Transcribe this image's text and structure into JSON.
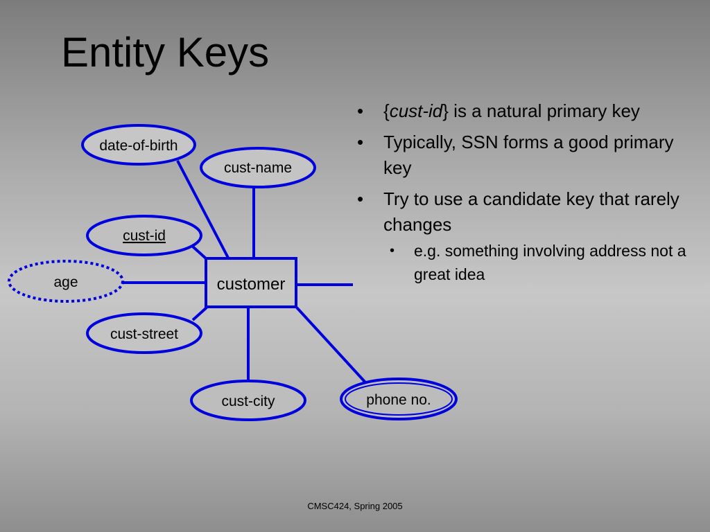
{
  "slide": {
    "title": "Entity Keys",
    "footer": "CMSC424, Spring 2005"
  },
  "diagram": {
    "entity": "customer",
    "attributes": {
      "date_of_birth": "date-of-birth",
      "cust_name": "cust-name",
      "cust_id": "cust-id",
      "age": "age",
      "cust_street": "cust-street",
      "cust_city": "cust-city",
      "phone_no": "phone no."
    },
    "colors": {
      "stroke": "#0000dd"
    }
  },
  "bullets": {
    "b1": {
      "open": "{",
      "key": "cust-id",
      "rest": "} is a natural primary key"
    },
    "b2": "Typically, SSN forms a good primary key",
    "b3": "Try to use a candidate key that rarely changes",
    "b3_sub1": "e.g. something involving address not a great idea"
  }
}
